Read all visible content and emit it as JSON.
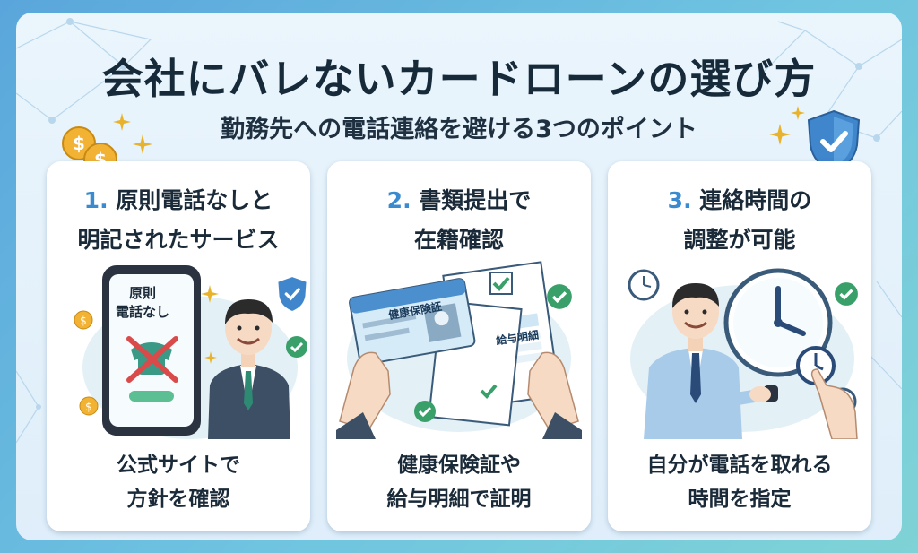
{
  "title": "会社にバレないカードローンの選び方",
  "subtitle": "勤務先への電話連絡を避ける3つのポイント",
  "cards": [
    {
      "number": "1.",
      "heading_line1": "原則電話なしと",
      "heading_line2": "明記されたサービス",
      "caption_line1": "公式サイトで",
      "caption_line2": "方針を確認",
      "phone_text_line1": "原則",
      "phone_text_line2": "電話なし"
    },
    {
      "number": "2.",
      "heading_line1": "書類提出で",
      "heading_line2": "在籍確認",
      "caption_line1": "健康保険証や",
      "caption_line2": "給与明細で証明",
      "card_label": "健康保険証",
      "doc_label": "給与明細"
    },
    {
      "number": "3.",
      "heading_line1": "連絡時間の",
      "heading_line2": "調整が可能",
      "caption_line1": "自分が電話を取れる",
      "caption_line2": "時間を指定"
    }
  ],
  "icons": [
    "coin-icon",
    "sparkle-icon",
    "shield-check-icon",
    "check-icon",
    "phone-crossed-icon",
    "clock-icon",
    "businessman-icon",
    "id-card-icon",
    "payslip-icon"
  ],
  "colors": {
    "accent": "#3a8ad0",
    "check": "#3aa06a",
    "shield": "#3f86cc",
    "coin": "#f2b233",
    "title": "#172a3a"
  }
}
